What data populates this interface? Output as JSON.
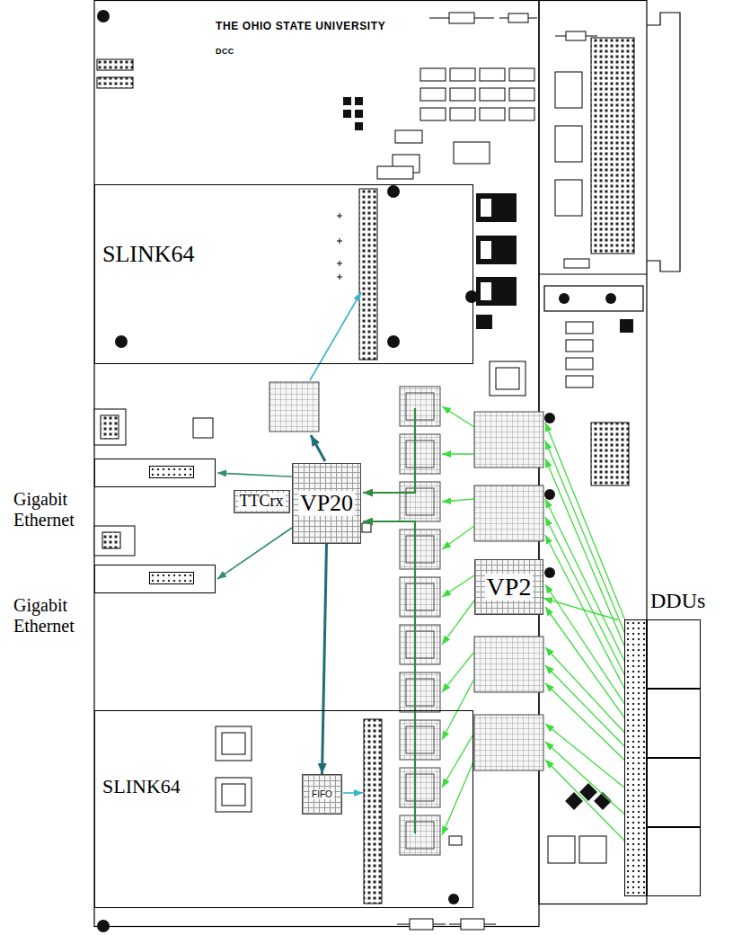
{
  "diagram": {
    "nodes": [
      {
        "text": [
          "SLINK64"
        ]
      },
      {
        "text": [
          "Gigabit Ethernet"
        ]
      },
      {
        "text": [
          "VP20"
        ]
      },
      {
        "text": [
          "TTCrx"
        ]
      },
      {
        "text": [
          "Gigabit Ethernet"
        ]
      },
      {
        "text": [
          "VP2"
        ]
      },
      {
        "text": [
          "DDUs"
        ]
      },
      {
        "text": [
          "SLINK64"
        ]
      },
      {
        "text": [
          "FIFO"
        ],
        "in": 7
      }
    ],
    "edges": [
      {
        "from": 2,
        "to": 1,
        "arrow": "to"
      },
      {
        "from": 2,
        "to": 4,
        "arrow": "to"
      },
      {
        "from": 2,
        "to": 8,
        "arrow": "to"
      },
      {
        "from": 6,
        "to": 5,
        "arrow": "to"
      }
    ],
    "labels": [
      "THE OHIO STATE UNIVERSITY",
      "DCC"
    ]
  }
}
